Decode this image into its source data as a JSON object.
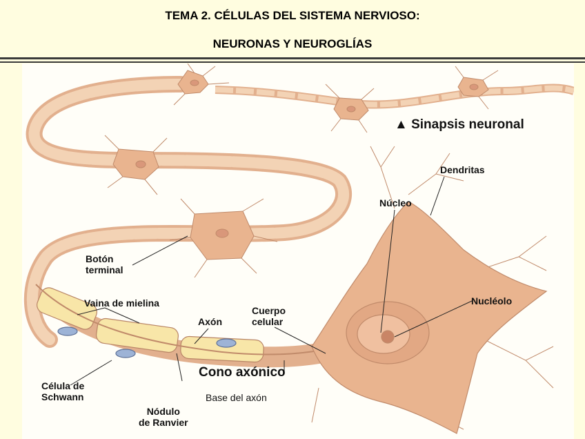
{
  "header": {
    "title_line1": "TEMA 2. CÉLULAS DEL SISTEMA NERVIOSO:",
    "title_line2": "NEURONAS Y NEUROGLÍAS"
  },
  "diagram": {
    "labels": {
      "sinapsis": "▲ Sinapsis neuronal",
      "dendritas": "Dendritas",
      "nucleo": "Núcleo",
      "nucleolo": "Nucléolo",
      "boton_line1": "Botón",
      "boton_line2": "terminal",
      "vaina": "Vaina de mielina",
      "cuerpo_line1": "Cuerpo",
      "cuerpo_line2": "celular",
      "axon": "Axón",
      "cono": "Cono axónico",
      "base": "Base del axón",
      "schwann_line1": "Célula de",
      "schwann_line2": "Schwann",
      "nodulo_line1": "Nódulo",
      "nodulo_line2": "de Ranvier"
    },
    "colors": {
      "background": "#fffde0",
      "myelin": "#f0c9a6",
      "neuron": "#e9b48f",
      "schwann": "#f8e6a8",
      "nucleus": "#d9977a",
      "rule": "#3a3a3a"
    }
  }
}
